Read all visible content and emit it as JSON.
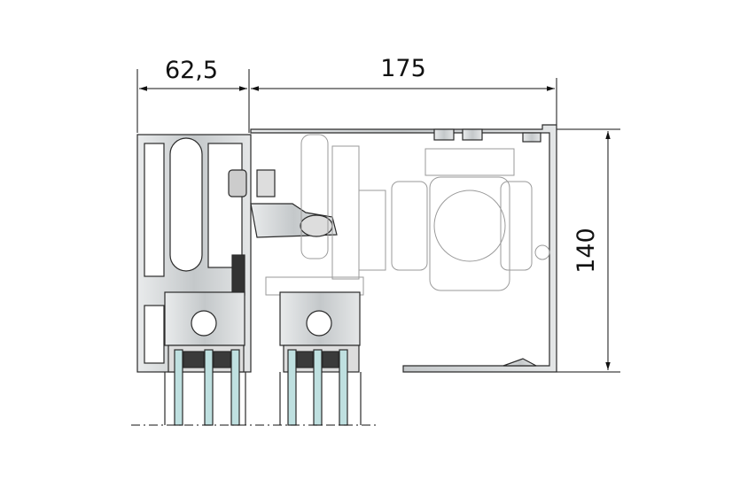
{
  "dimensions": {
    "frame_width": "62,5",
    "housing_width": "175",
    "housing_height": "140"
  },
  "colors": {
    "profile": "#c9ccce",
    "profile_stroke": "#2a2a2a",
    "glass": "#bfe0e0",
    "gasket": "#3a3a3a",
    "motor_lines": "#9a9a9a"
  }
}
